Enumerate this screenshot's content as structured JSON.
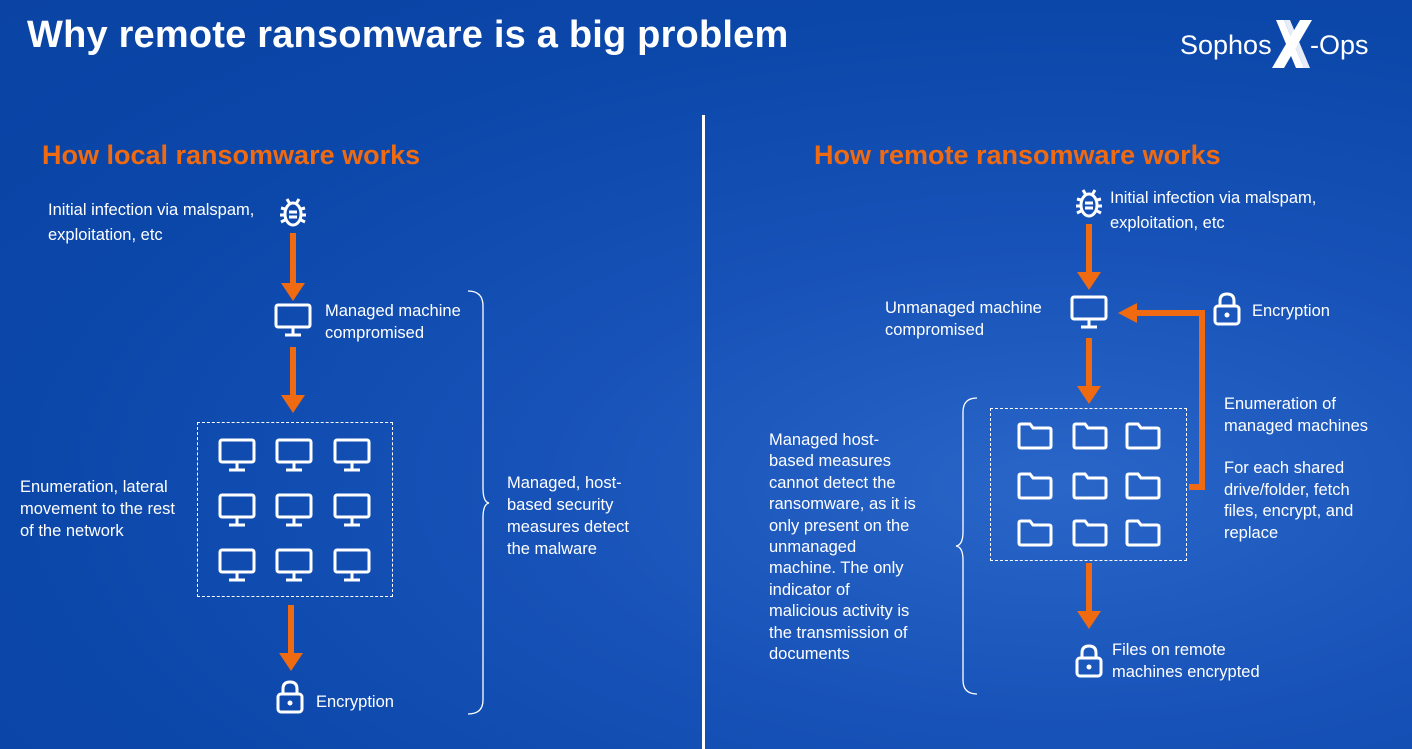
{
  "title": "Why remote ransomware is a big problem",
  "logo": {
    "text": "Sophos X-Ops"
  },
  "colors": {
    "accent": "#ef6a10",
    "background": "#0b47a9",
    "text": "#ffffff"
  },
  "local": {
    "heading": "How local ransomware works",
    "initial_infection": "Initial infection via malspam,\nexploitation, etc",
    "compromised": "Managed machine\ncompromised",
    "enumeration": "Enumeration, lateral\nmovement to the rest\nof the network",
    "encryption": "Encryption",
    "detection_note": "Managed, host-\nbased security\nmeasures detect\nthe malware",
    "machine_count": 9
  },
  "remote": {
    "heading": "How remote ransomware works",
    "initial_infection": "Initial infection via malspam,\nexploitation, etc",
    "compromised": "Unmanaged machine\ncompromised",
    "encryption": "Encryption",
    "enumeration": "Enumeration of\nmanaged machines",
    "per_share": "For each shared\ndrive/folder, fetch\nfiles, encrypt, and\nreplace",
    "files_encrypted": "Files on remote\nmachines encrypted",
    "detection_note": "Managed host-\nbased measures\ncannot detect the\nransomware, as it is\nonly present on the\nunmanaged\nmachine. The only\nindicator of\nmalicious activity is\nthe transmission of\ndocuments",
    "folder_count": 9
  }
}
